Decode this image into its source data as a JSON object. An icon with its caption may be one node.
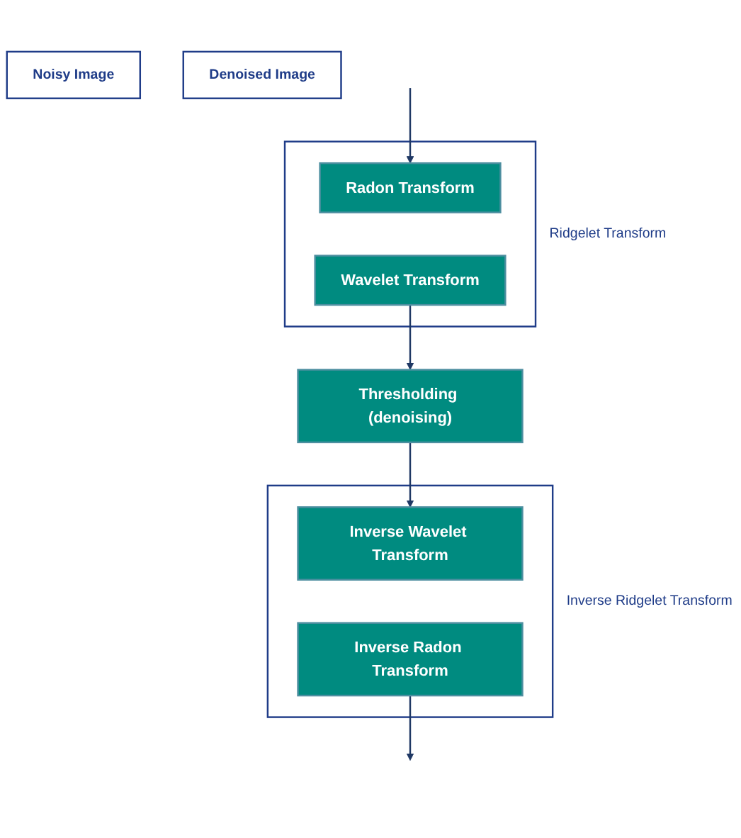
{
  "diagram": {
    "nodes": [
      {
        "text": [
          "Noisy Image"
        ]
      },
      {
        "text": [
          "Ridgelet Transform"
        ]
      },
      {
        "text": [
          "Radon Transform"
        ],
        "in": 1
      },
      {
        "text": [
          "Wavelet Transform"
        ],
        "in": 1
      },
      {
        "text": [
          "Thresholding (denoising)"
        ]
      },
      {
        "text": [
          "Inverse Ridgelet Transform"
        ]
      },
      {
        "text": [
          "Inverse Wavelet Transform"
        ],
        "in": 5
      },
      {
        "text": [
          "Inverse Radon Transform"
        ],
        "in": 5
      },
      {
        "text": [
          "Denoised Image"
        ]
      }
    ],
    "edges": [
      {
        "from": null,
        "to": 2,
        "arrow": "to"
      },
      {
        "from": 3,
        "to": 4,
        "arrow": "to"
      },
      {
        "from": 4,
        "to": 6,
        "arrow": "to"
      },
      {
        "from": 7,
        "to": null,
        "arrow": "to"
      }
    ]
  }
}
